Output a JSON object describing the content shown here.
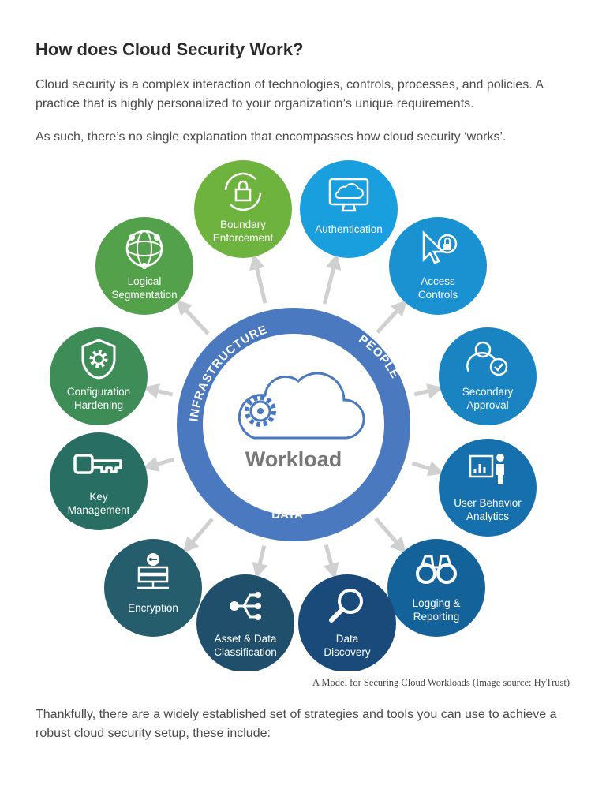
{
  "article": {
    "title": "How does Cloud Security Work?",
    "para1": "Cloud security is a complex interaction of technologies, controls, processes, and policies. A practice that is highly personalized to your organization’s unique requirements.",
    "para2": "As such, there’s no single explanation that encompasses how cloud security ‘works’.",
    "caption": "A Model for Securing Cloud Workloads (Image source: HyTrust)",
    "para3": "Thankfully, there are a widely established set of strategies and tools you can use to achieve a robust cloud security setup, these include:"
  },
  "diagram": {
    "center_label": "Workload",
    "ring_labels": {
      "infrastructure": "INFRASTRUCTURE",
      "people": "PEOPLE",
      "data": "DATA"
    },
    "ring_color": "#4a79c0",
    "nodes": [
      {
        "line1": "Boundary",
        "line2": "Enforcement",
        "icon": "lock-refresh-icon",
        "color": "#6fb33f"
      },
      {
        "line1": "Authentication",
        "line2": "",
        "icon": "cloud-monitor-icon",
        "color": "#1a9fde"
      },
      {
        "line1": "Access",
        "line2": "Controls",
        "icon": "cursor-lock-icon",
        "color": "#1a92d1"
      },
      {
        "line1": "Secondary",
        "line2": "Approval",
        "icon": "user-check-icon",
        "color": "#1a84c2"
      },
      {
        "line1": "User Behavior",
        "line2": "Analytics",
        "icon": "presenter-chart-icon",
        "color": "#1570ad"
      },
      {
        "line1": "Logging &",
        "line2": "Reporting",
        "icon": "binoculars-icon",
        "color": "#13629a"
      },
      {
        "line1": "Data",
        "line2": "Discovery",
        "icon": "magnifier-icon",
        "color": "#1a4a7a"
      },
      {
        "line1": "Asset & Data",
        "line2": "Classification",
        "icon": "branch-icon",
        "color": "#1f4f6a"
      },
      {
        "line1": "Encryption",
        "line2": "",
        "icon": "server-key-icon",
        "color": "#255d6c"
      },
      {
        "line1": "Key",
        "line2": "Management",
        "icon": "key-icon",
        "color": "#296e62"
      },
      {
        "line1": "Configuration",
        "line2": "Hardening",
        "icon": "shield-gear-icon",
        "color": "#3e8c56"
      },
      {
        "line1": "Logical",
        "line2": "Segmentation",
        "icon": "network-sphere-icon",
        "color": "#53a24b"
      }
    ]
  }
}
